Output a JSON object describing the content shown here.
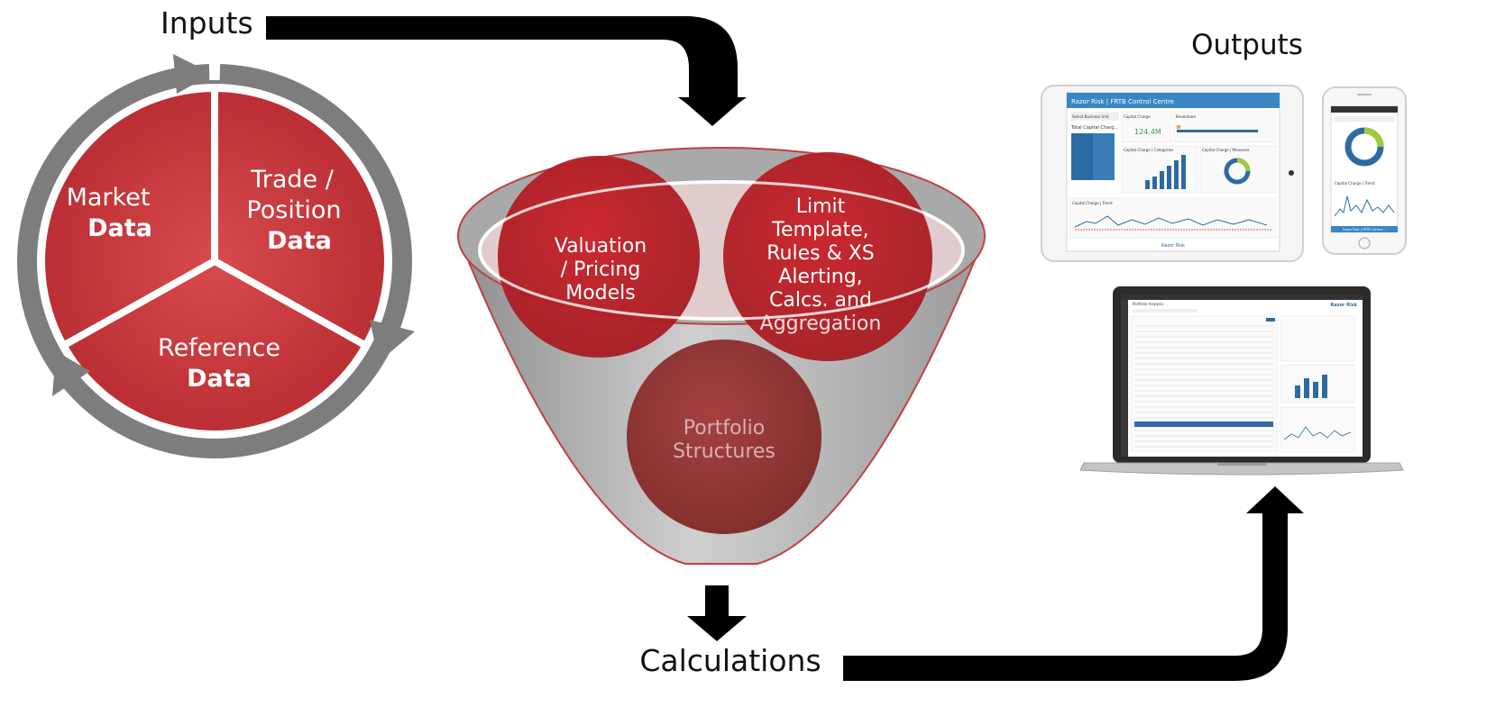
{
  "labels": {
    "inputs": "Inputs",
    "outputs": "Outputs",
    "calculations": "Calculations"
  },
  "cycle": {
    "market": {
      "line1": "Market",
      "line2": "Data"
    },
    "trade": {
      "line1": "Trade /",
      "line2": "Position",
      "line3": "Data"
    },
    "reference": {
      "line1": "Reference",
      "line2": "Data"
    }
  },
  "funnel": {
    "valuation": {
      "line1": "Valuation",
      "line2": "/ Pricing",
      "line3": "Models"
    },
    "limit": {
      "line1": "Limit",
      "line2": "Template,",
      "line3": "Rules & XS",
      "line4": "Alerting,",
      "line5": "Calcs. and",
      "line6": "Aggregation"
    },
    "portfolio": {
      "line1": "Portfolio",
      "line2": "Structures"
    }
  },
  "devices": {
    "tablet": {
      "header": "Razor Risk | FRTB Control Centre",
      "select_business_unit": "Select Business Unit",
      "capital_charge": "Capital Charge",
      "capital_value": "124.4M",
      "breakdown": "Breakdown",
      "total_capital_charge": "Total Capital Charg...",
      "categories": "Capital Charge | Categories",
      "measures": "Capital Charge | Measures",
      "trend": "Capital Charge | Trend",
      "footer": "Razor Risk"
    },
    "phone": {
      "trend": "Capital Charge | Trend",
      "footer": "Razor Risk | FRTB Control..."
    },
    "laptop": {
      "title": "Portfolio Analysis",
      "brand": "Razor Risk"
    }
  },
  "colors": {
    "red": "#c0282e",
    "dark_red": "#8b2525",
    "grey_ring": "#7d7d7d",
    "arrow": "#000000",
    "dashboard_blue": "#2d6aa3"
  }
}
